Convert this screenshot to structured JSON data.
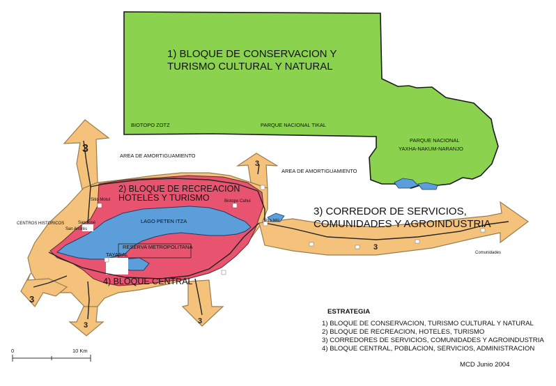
{
  "colors": {
    "conservation": "#8bd24e",
    "recreation": "#e8546f",
    "lake": "#5b9ed9",
    "corridor": "#f4c27a",
    "corridor_edge": "#9a7b4f",
    "border": "#1a1a1a",
    "road": "#222222"
  },
  "blocks": {
    "b1_line1": "1) BLOQUE DE CONSERVACION Y",
    "b1_line2": "TURISMO CULTURAL Y NATURAL",
    "b2_line1": "2) BLOQUE DE RECREACION",
    "b2_line2": "HOTELES Y TURISMO",
    "b3_line1": "3) CORREDOR DE SERVICIOS,",
    "b3_line2": "COMUNIDADES Y AGROINDUSTRIA",
    "b4": "4) BLOQUE CENTRAL"
  },
  "places": {
    "biotopo_zotz": "BIOTOPO ZOTZ",
    "tikal": "PARQUE NACIONAL TIKAL",
    "yaxha_line1": "PARQUE NACIONAL",
    "yaxha_line2": "YAXHA-NAKUM-NARANJO",
    "amortiguamiento_left": "AREA DE AMORTIGUAMIENTO",
    "amortiguamiento_right": "AREA DE AMORTIGUAMIENTO",
    "lago": "LAGO PETEN ITZA",
    "reserva": "RESERVA METROPOLITANA",
    "tayasal": "TAYASAL",
    "centros": "CENTROS HISTORICOS",
    "san_jose": "San José",
    "san_andres": "San Andrés",
    "sitio_motul": "Sitio Motul",
    "biotopo_cahui": "Biotopo Cahui",
    "sitio_ixlu": "Sitio Ixlú",
    "comunidades": "Comunidades"
  },
  "arrow_numbers": [
    "3",
    "3",
    "3",
    "3",
    "3",
    "3"
  ],
  "legend": {
    "title": "ESTRATEGIA",
    "items": [
      "1) BLOQUE DE CONSERVACION, TURISMO CULTURAL Y NATURAL",
      "2) BLOQUE DE RECREACION, HOTELES, TURISMO",
      "3) CORREDORES DE SERVICIOS, COMUNIDADES Y AGROINDUSTRIA",
      "4) BLOQUE CENTRAL, POBLACION, SERVICIOS, ADMINISTRACION"
    ]
  },
  "scale": {
    "start": "0",
    "end": "10 Km"
  },
  "credit": "MCD Junio 2004"
}
